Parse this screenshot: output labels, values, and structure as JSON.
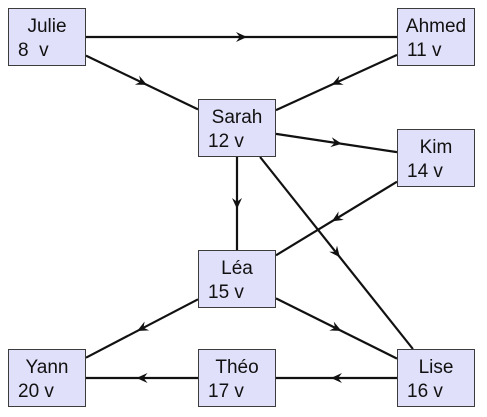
{
  "diagram": {
    "edge_color": "#111111",
    "node_fill": "#e0e0fb",
    "nodes": [
      {
        "id": "julie",
        "name": "Julie",
        "value": "8  v"
      },
      {
        "id": "ahmed",
        "name": "Ahmed",
        "value": "11 v"
      },
      {
        "id": "sarah",
        "name": "Sarah",
        "value": "12 v"
      },
      {
        "id": "kim",
        "name": "Kim",
        "value": "14 v"
      },
      {
        "id": "lea",
        "name": "Léa",
        "value": "15 v"
      },
      {
        "id": "yann",
        "name": "Yann",
        "value": "20 v"
      },
      {
        "id": "theo",
        "name": "Théo",
        "value": "17 v"
      },
      {
        "id": "lise",
        "name": "Lise",
        "value": "16 v"
      }
    ],
    "edges": [
      {
        "from": "julie",
        "to": "ahmed"
      },
      {
        "from": "julie",
        "to": "sarah"
      },
      {
        "from": "ahmed",
        "to": "sarah"
      },
      {
        "from": "sarah",
        "to": "kim"
      },
      {
        "from": "sarah",
        "to": "lea"
      },
      {
        "from": "sarah",
        "to": "lise"
      },
      {
        "from": "kim",
        "to": "lea"
      },
      {
        "from": "lea",
        "to": "yann"
      },
      {
        "from": "lea",
        "to": "lise"
      },
      {
        "from": "lise",
        "to": "theo"
      },
      {
        "from": "theo",
        "to": "yann"
      }
    ]
  }
}
